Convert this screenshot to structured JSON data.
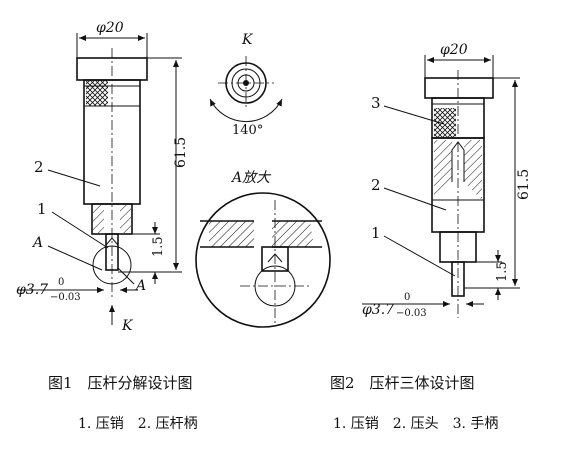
{
  "fig1": {
    "caption": "图1　压杆分解设计图",
    "legend": "1. 压销　2. 压杆柄",
    "dim_diameter": "φ20",
    "dim_length": "61.5",
    "dim_step": "1.5",
    "tol_base": "φ3.7",
    "tol_upper": "0",
    "tol_lower": "−0.03",
    "label_1": "1",
    "label_2": "2",
    "label_A1": "A",
    "label_A2": "A",
    "label_K_bottom": "K",
    "view_K_label": "K",
    "angle_label": "140°",
    "detail_label": "A放大"
  },
  "fig2": {
    "caption": "图2　压杆三体设计图",
    "legend": "1. 压销　2. 压头　3. 手柄",
    "dim_diameter": "φ20",
    "dim_length": "61.5",
    "dim_step": "1.5",
    "tol_base": "φ3.7",
    "tol_upper": "0",
    "tol_lower": "−0.03",
    "label_1": "1",
    "label_2": "2",
    "label_3": "3"
  }
}
